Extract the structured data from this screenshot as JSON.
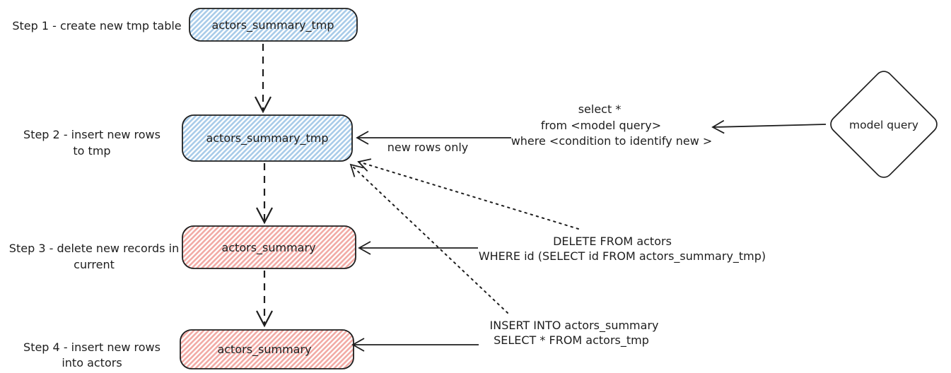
{
  "steps": [
    {
      "lines": [
        "Step 1 - create new tmp table",
        ""
      ],
      "box_label": "actors_summary_tmp"
    },
    {
      "lines": [
        "Step 2 - insert new rows",
        "to tmp"
      ],
      "box_label": "actors_summary_tmp"
    },
    {
      "lines": [
        "Step 3 - delete new records in",
        "current"
      ],
      "box_label": "actors_summary"
    },
    {
      "lines": [
        "Step 4 - insert new rows",
        "into actors"
      ],
      "box_label": "actors_summary"
    }
  ],
  "annotations": {
    "select_query_lines": [
      "select *",
      "from <model query>",
      "where <condition to identify new >"
    ],
    "new_rows_only": "new rows only",
    "delete_query_lines": [
      "DELETE FROM actors",
      "WHERE id (SELECT id FROM actors_summary_tmp)"
    ],
    "insert_query_lines": [
      "INSERT INTO actors_summary",
      "SELECT * FROM actors_tmp"
    ]
  },
  "model_query_label": "model query",
  "colors": {
    "stroke": "#1e1e1e",
    "blue_hatch": "#a9cce9",
    "red_hatch": "#f2aba6"
  }
}
